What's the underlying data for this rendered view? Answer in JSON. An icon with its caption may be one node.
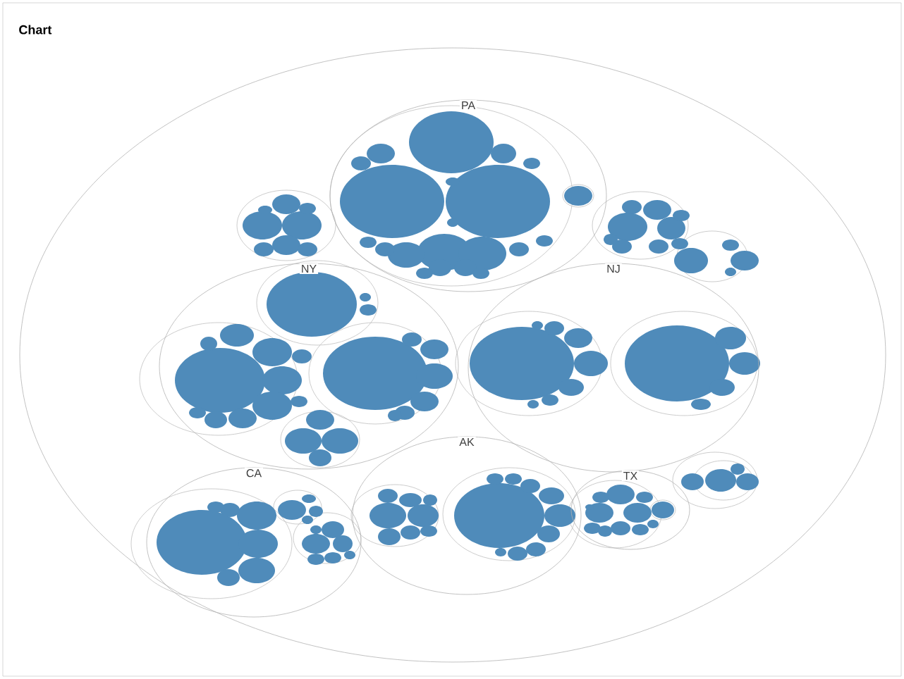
{
  "diagram": {
    "title": "Chart",
    "nodes": [
      {
        "text": [],
        "shape": "ellipse"
      },
      {
        "text": [
          "PA"
        ],
        "in": 0
      },
      {
        "text": [
          "NY"
        ],
        "in": 0
      },
      {
        "text": [
          "NJ"
        ],
        "in": 0
      },
      {
        "text": [
          "CA"
        ],
        "in": 0
      },
      {
        "text": [
          "AK"
        ],
        "in": 0
      },
      {
        "text": [
          "TX"
        ],
        "in": 0
      }
    ]
  }
}
